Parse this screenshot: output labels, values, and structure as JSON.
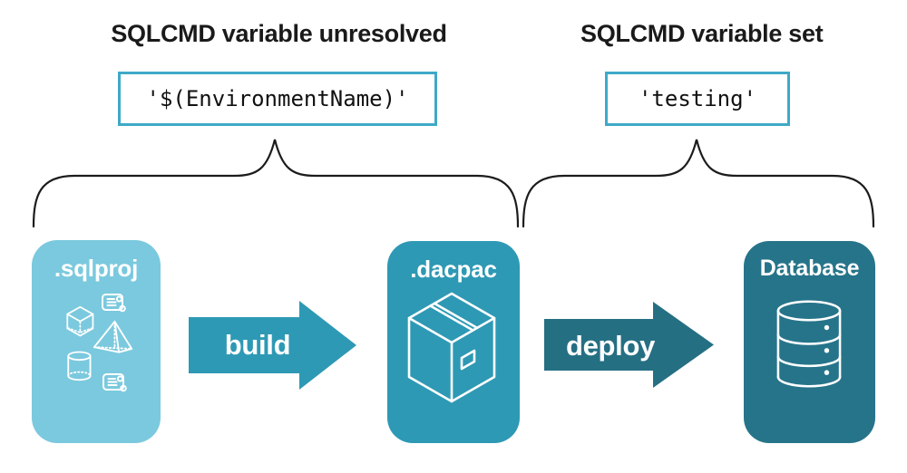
{
  "annotations": {
    "left": {
      "heading": "SQLCMD variable unresolved",
      "code": "'$(EnvironmentName)'"
    },
    "right": {
      "heading": "SQLCMD variable set",
      "code": "'testing'"
    }
  },
  "pipeline": {
    "nodes": [
      {
        "label": ".sqlproj",
        "color": "#7BC9DE",
        "icon": "sql-objects-icons"
      },
      {
        "label": ".dacpac",
        "color": "#2E99B4",
        "icon": "package-box-icon"
      },
      {
        "label": "Database",
        "color": "#26748A",
        "icon": "database-cylinder-icon"
      }
    ],
    "arrows": [
      {
        "label": "build",
        "color": "#2E99B4"
      },
      {
        "label": "deploy",
        "color": "#256F83"
      }
    ]
  },
  "colors": {
    "background": "#FFFFFF",
    "code_box_border": "#3FA9C8",
    "brace_stroke": "#1C1C1C",
    "heading_text": "#1A1A1A",
    "node_text": "#FFFFFF"
  }
}
